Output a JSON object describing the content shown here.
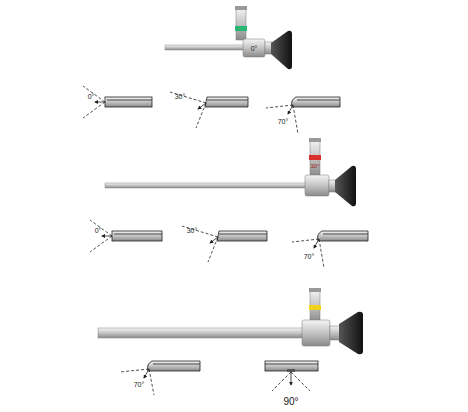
{
  "diagram": {
    "labels": [
      "0°",
      "0°",
      "30°",
      "70°",
      "30°",
      "0°",
      "30°",
      "70°",
      "70°",
      "90°"
    ]
  }
}
